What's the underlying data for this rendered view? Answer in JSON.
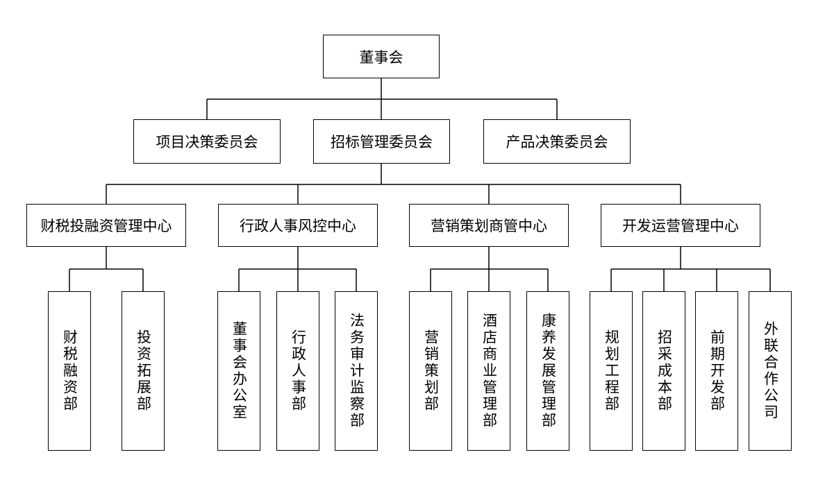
{
  "org_chart": {
    "board": "董事会",
    "committees": [
      "项目决策委员会",
      "招标管理委员会",
      "产品决策委员会"
    ],
    "centers": [
      {
        "name": "财税投融资管理中心",
        "departments": [
          "财税融资部",
          "投资拓展部"
        ]
      },
      {
        "name": "行政人事风控中心",
        "departments": [
          "董事会办公室",
          "行政人事部",
          "法务审计监察部"
        ]
      },
      {
        "name": "营销策划商管中心",
        "departments": [
          "营销策划部",
          "酒店商业管理部",
          "康养发展管理部"
        ]
      },
      {
        "name": "开发运营管理中心",
        "departments": [
          "规划工程部",
          "招采成本部",
          "前期开发部",
          "外联合作公司"
        ]
      }
    ]
  }
}
